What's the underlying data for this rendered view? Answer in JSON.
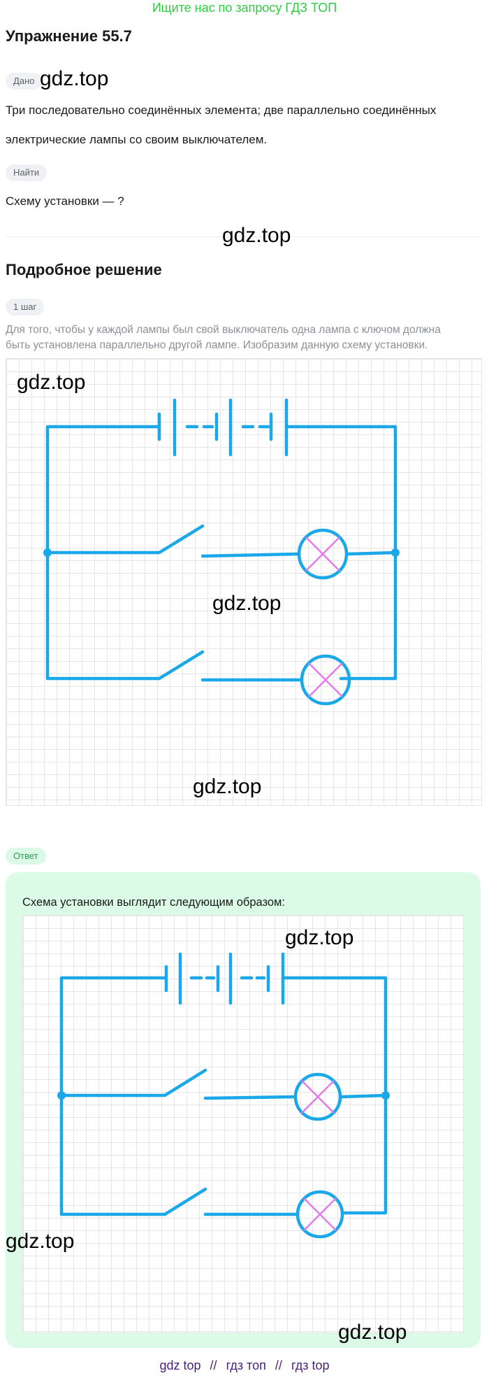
{
  "banner": "Ищите нас по запросу ГДЗ ТОП",
  "exercise_title": "Упражнение 55.7",
  "given": {
    "chip": "Дано",
    "text_line1": "Три последовательно соединённых элемента; две параллельно соединённых",
    "text_line2": "электрические лампы со своим выключателем."
  },
  "find": {
    "chip": "Найти",
    "text": "Схему установки — ?"
  },
  "solution": {
    "title": "Подробное решение",
    "step_chip": "1 шаг",
    "step_text_line1": "Для того, чтобы у каждой лампы был свой выключатель одна лампа с ключом должна",
    "step_text_line2": "быть установлена параллельно другой лампе. Изобразим данную схему установки."
  },
  "answer": {
    "chip": "Ответ",
    "text": "Схема установки выглядит следующим образом:"
  },
  "watermark": "gdz.top",
  "footer": {
    "links": [
      "gdz top",
      "гдз топ",
      "гдз top"
    ],
    "separator": "//"
  },
  "colors": {
    "wire": "#1aa8e8",
    "lamp_cross": "#e07ce8",
    "banner": "#2ecc40",
    "answer_bg": "#dcfbe6"
  }
}
